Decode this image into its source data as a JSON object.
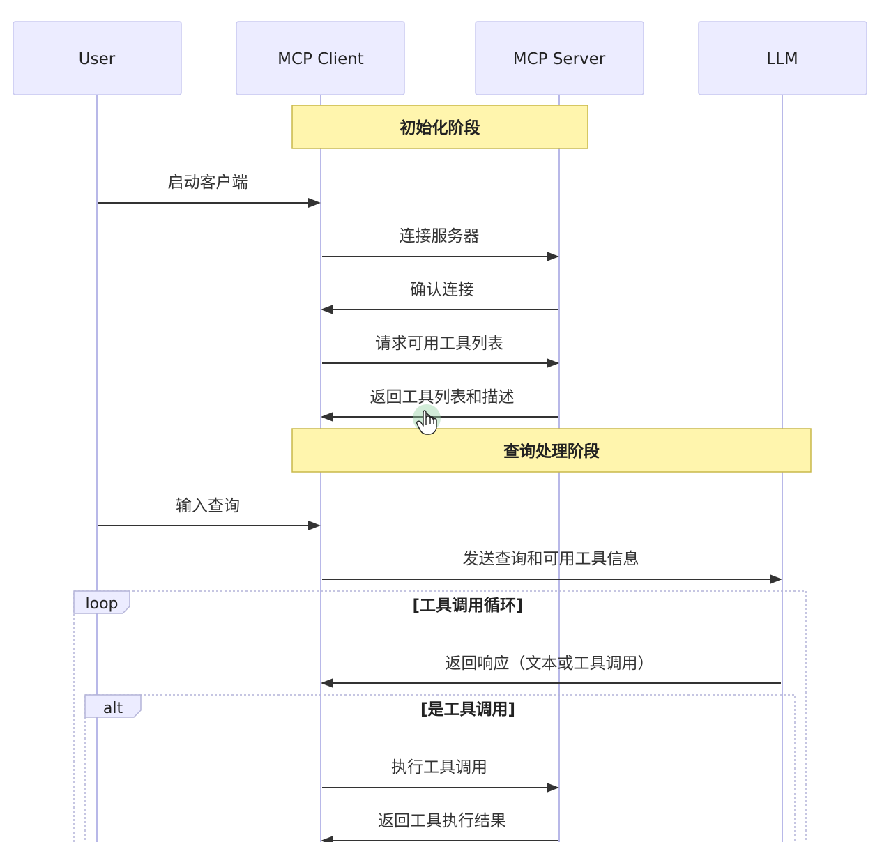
{
  "diagram": {
    "type": "sequence",
    "participants": [
      {
        "id": "user",
        "label": "User"
      },
      {
        "id": "client",
        "label": "MCP Client"
      },
      {
        "id": "server",
        "label": "MCP Server"
      },
      {
        "id": "llm",
        "label": "LLM"
      }
    ],
    "notes": [
      {
        "id": "init",
        "text": "初始化阶段",
        "over": [
          "client",
          "server"
        ]
      },
      {
        "id": "query",
        "text": "查询处理阶段",
        "over": [
          "client",
          "llm"
        ]
      }
    ],
    "messages": [
      {
        "from": "user",
        "to": "client",
        "text": "启动客户端"
      },
      {
        "from": "client",
        "to": "server",
        "text": "连接服务器"
      },
      {
        "from": "server",
        "to": "client",
        "text": "确认连接"
      },
      {
        "from": "client",
        "to": "server",
        "text": "请求可用工具列表"
      },
      {
        "from": "server",
        "to": "client",
        "text": "返回工具列表和描述"
      },
      {
        "from": "user",
        "to": "client",
        "text": "输入查询"
      },
      {
        "from": "client",
        "to": "llm",
        "text": "发送查询和可用工具信息"
      },
      {
        "from": "llm",
        "to": "client",
        "text": "返回响应（文本或工具调用）"
      },
      {
        "from": "client",
        "to": "server",
        "text": "执行工具调用"
      },
      {
        "from": "server",
        "to": "client",
        "text": "返回工具执行结果"
      }
    ],
    "frames": [
      {
        "id": "loop",
        "tag": "loop",
        "condition": "[工具调用循环]"
      },
      {
        "id": "alt",
        "tag": "alt",
        "condition": "[是工具调用]"
      }
    ],
    "colors": {
      "actor_fill": "#ECECFF",
      "actor_stroke": "#C8C8F0",
      "lifeline": "#B8B8E8",
      "note_fill": "#FFF5AD",
      "note_stroke": "#C9B84A",
      "arrow": "#333333",
      "frame_border": "#B4B4D8",
      "cursor_highlight": "#9BD4A8"
    },
    "cursor": {
      "icon": "hand-pointer-icon"
    }
  }
}
